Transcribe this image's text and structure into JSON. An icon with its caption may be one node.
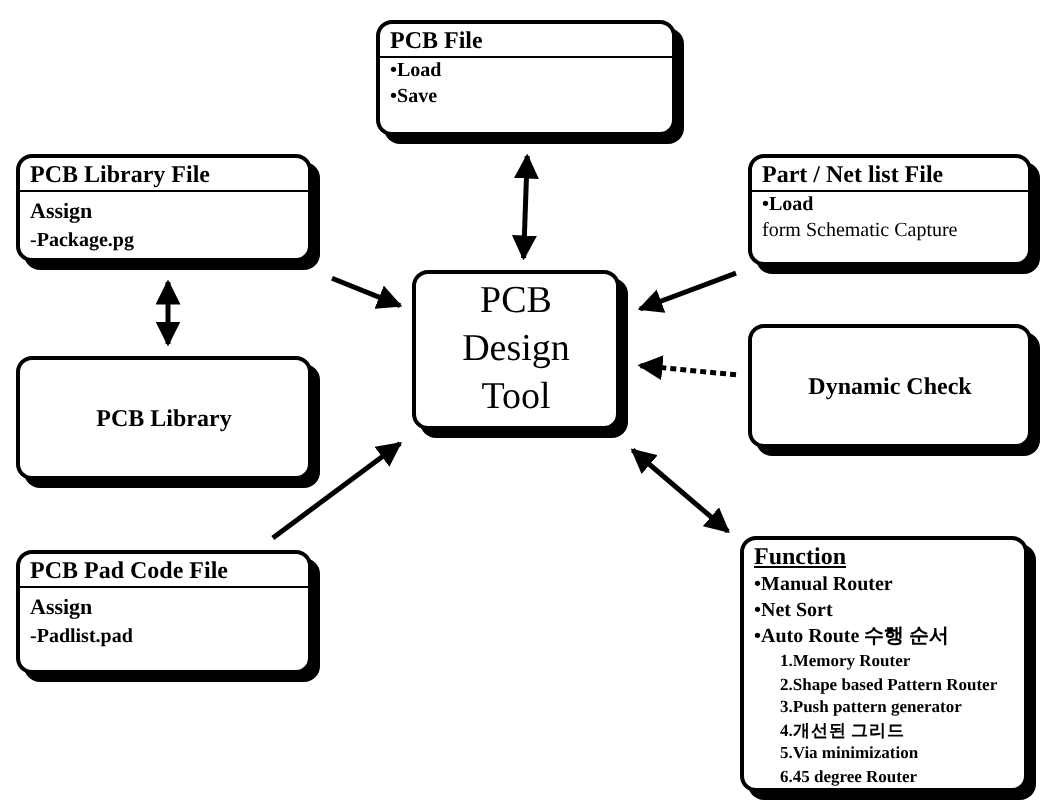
{
  "diagram": {
    "nodes": [
      {
        "text": [
          "PCB File",
          "•Load",
          "•Save"
        ]
      },
      {
        "text": [
          "PCB Library File",
          "Assign",
          "-Package.pg"
        ]
      },
      {
        "text": [
          "Part / Net list File",
          "•Load",
          "form Schematic Capture"
        ]
      },
      {
        "text": [
          "PCB Design Tool"
        ]
      },
      {
        "text": [
          "PCB Library"
        ]
      },
      {
        "text": [
          "Dynamic Check"
        ]
      },
      {
        "text": [
          "PCB Pad Code File",
          "Assign",
          "-Padlist.pad"
        ]
      },
      {
        "text": [
          "Function",
          "•Manual Router",
          "•Net Sort",
          "•Auto Route 수행 순서",
          "1.Memory Router",
          "2.Shape based Pattern Router",
          "3.Push pattern generator",
          "4.개선된 그리드",
          "5.Via minimization",
          "6.45 degree Router"
        ]
      }
    ],
    "edges": [
      {
        "from": 0,
        "to": 3,
        "arrow": "both"
      },
      {
        "from": 1,
        "to": 3,
        "arrow": "to"
      },
      {
        "from": 1,
        "to": 4,
        "arrow": "both"
      },
      {
        "from": 2,
        "to": 3,
        "arrow": "to"
      },
      {
        "from": 5,
        "to": 3,
        "arrow": "to",
        "style": "dashed"
      },
      {
        "from": 6,
        "to": 3,
        "arrow": "to"
      },
      {
        "from": 7,
        "to": 3,
        "arrow": "both"
      }
    ]
  }
}
